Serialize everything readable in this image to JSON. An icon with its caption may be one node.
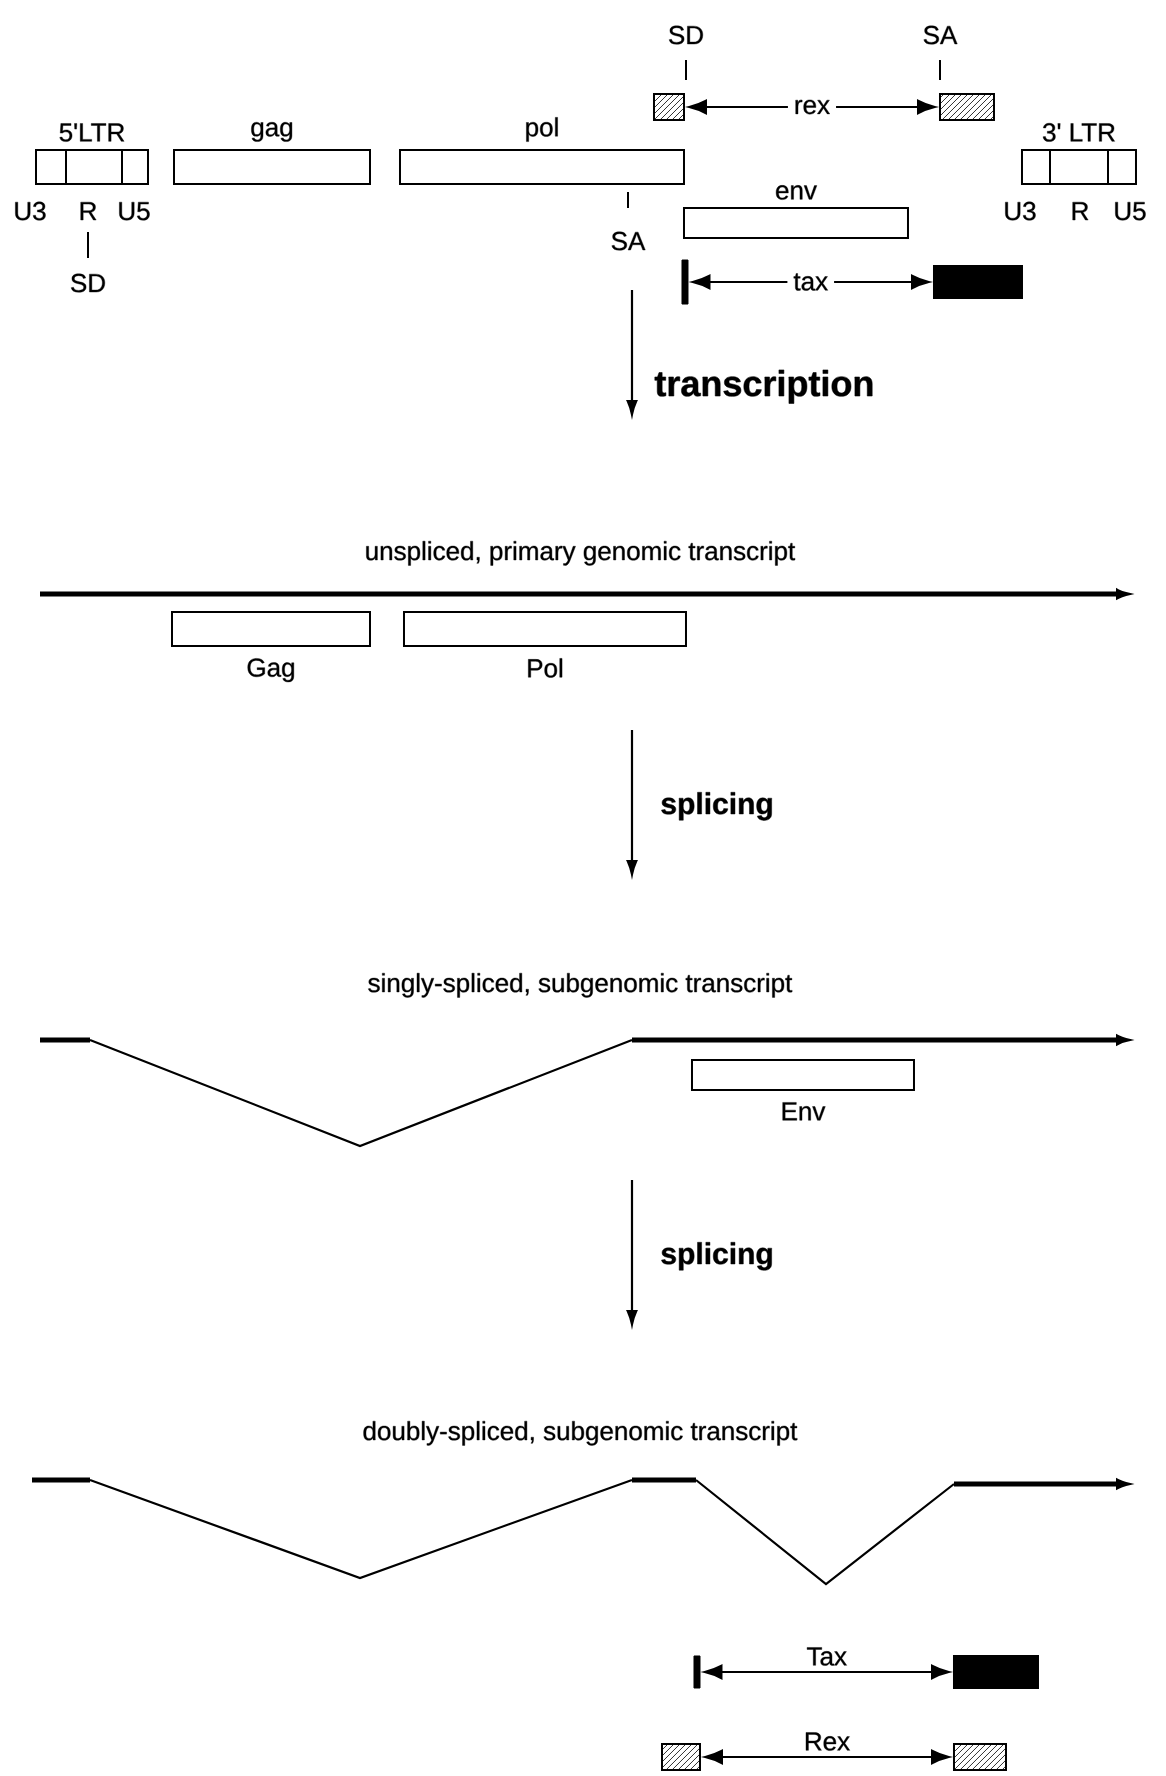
{
  "diagram": {
    "nodes": [
      {
        "text": [
          "5'LTR"
        ]
      },
      {
        "text": [
          "gag"
        ]
      },
      {
        "text": [
          "pol"
        ]
      },
      {
        "text": [],
        "shape": "box"
      },
      {
        "text": [],
        "shape": "box"
      },
      {
        "text": [
          "env"
        ]
      },
      {
        "text": [
          "3' LTR"
        ]
      },
      {
        "text": [],
        "shape": "bar"
      },
      {
        "text": [],
        "shape": "box"
      },
      {
        "text": [
          "Gag"
        ]
      },
      {
        "text": [
          "Pol"
        ]
      },
      {
        "text": [
          "Env"
        ]
      },
      {
        "text": [],
        "shape": "bar"
      },
      {
        "text": [],
        "shape": "box"
      },
      {
        "text": [],
        "shape": "box"
      },
      {
        "text": [],
        "shape": "box"
      }
    ],
    "edges": [
      {
        "from": 3,
        "to": 4,
        "arrow": "both",
        "label": "rex"
      },
      {
        "from": 7,
        "to": 8,
        "arrow": "both",
        "label": "tax"
      },
      {
        "from": 12,
        "to": 13,
        "arrow": "both",
        "label": "Tax"
      },
      {
        "from": 14,
        "to": 15,
        "arrow": "both",
        "label": "Rex"
      }
    ],
    "labels": [
      "SD",
      "SA",
      "U3",
      "R",
      "U5",
      "SA",
      "U3",
      "R",
      "U5",
      "SD",
      "transcription",
      "unspliced, primary genomic transcript",
      "splicing",
      "singly-spliced, subgenomic transcript",
      "splicing",
      "doubly-spliced, subgenomic transcript"
    ]
  }
}
